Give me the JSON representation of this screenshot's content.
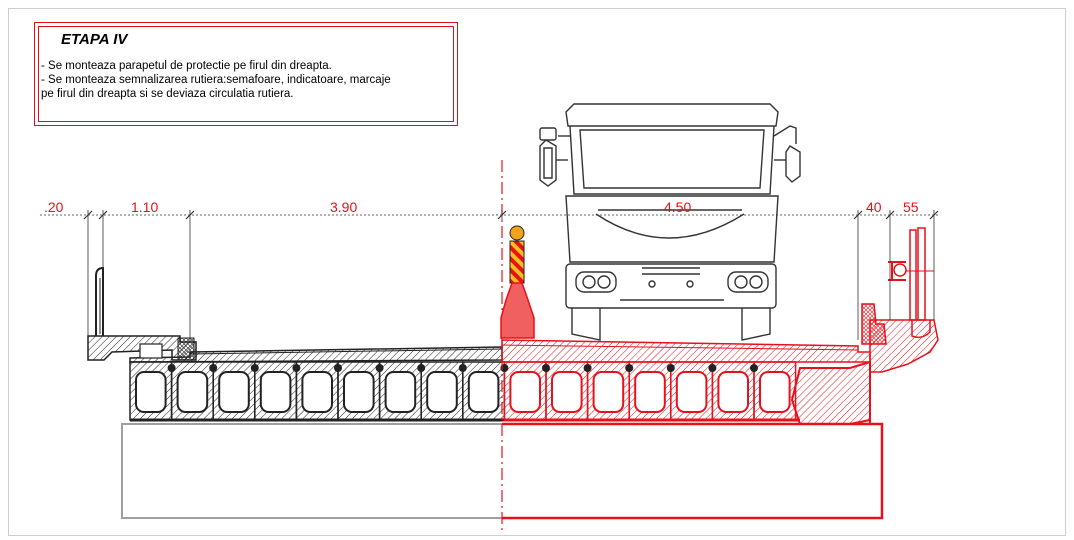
{
  "note": {
    "title": "ETAPA IV",
    "lines": [
      "- Se monteaza parapetul de protectie pe firul din dreapta.",
      "- Se monteaza semnalizarea rutiera:semafoare, indicatoare, marcaje",
      "pe firul din dreapta si se deviaza circulatia rutiera."
    ]
  },
  "dimensions": [
    ".20",
    "1.10",
    "3.90",
    "4.50",
    "40",
    "55"
  ],
  "colors": {
    "existing": "#333333",
    "new_work": "#e8101a",
    "note_border": "#e0101a",
    "cone": "#f06060",
    "beacon_yellow": "#f2c21b"
  }
}
